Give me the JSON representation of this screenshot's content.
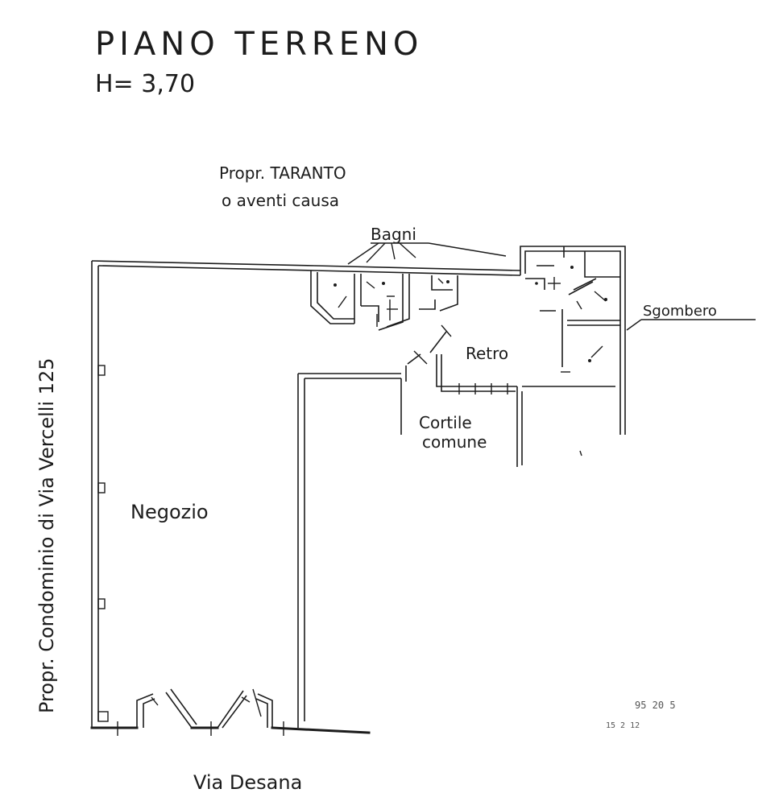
{
  "title": "PIANO TERRENO",
  "height_label": "H= 3,70",
  "north_neighbor": {
    "line1": "Propr. TARANTO",
    "line2": "o aventi causa"
  },
  "west_neighbor": "Propr. Condominio di Via Vercelli 125",
  "street": "Via Desana",
  "rooms": {
    "bagni": "Bagni",
    "sgombero": "Sgombero",
    "retro": "Retro",
    "cortile_line1": "Cortile",
    "cortile_line2": "comune",
    "negozio": "Negozio"
  },
  "stamp": {
    "line1": "95 20 5",
    "line2": "15 2 12"
  }
}
